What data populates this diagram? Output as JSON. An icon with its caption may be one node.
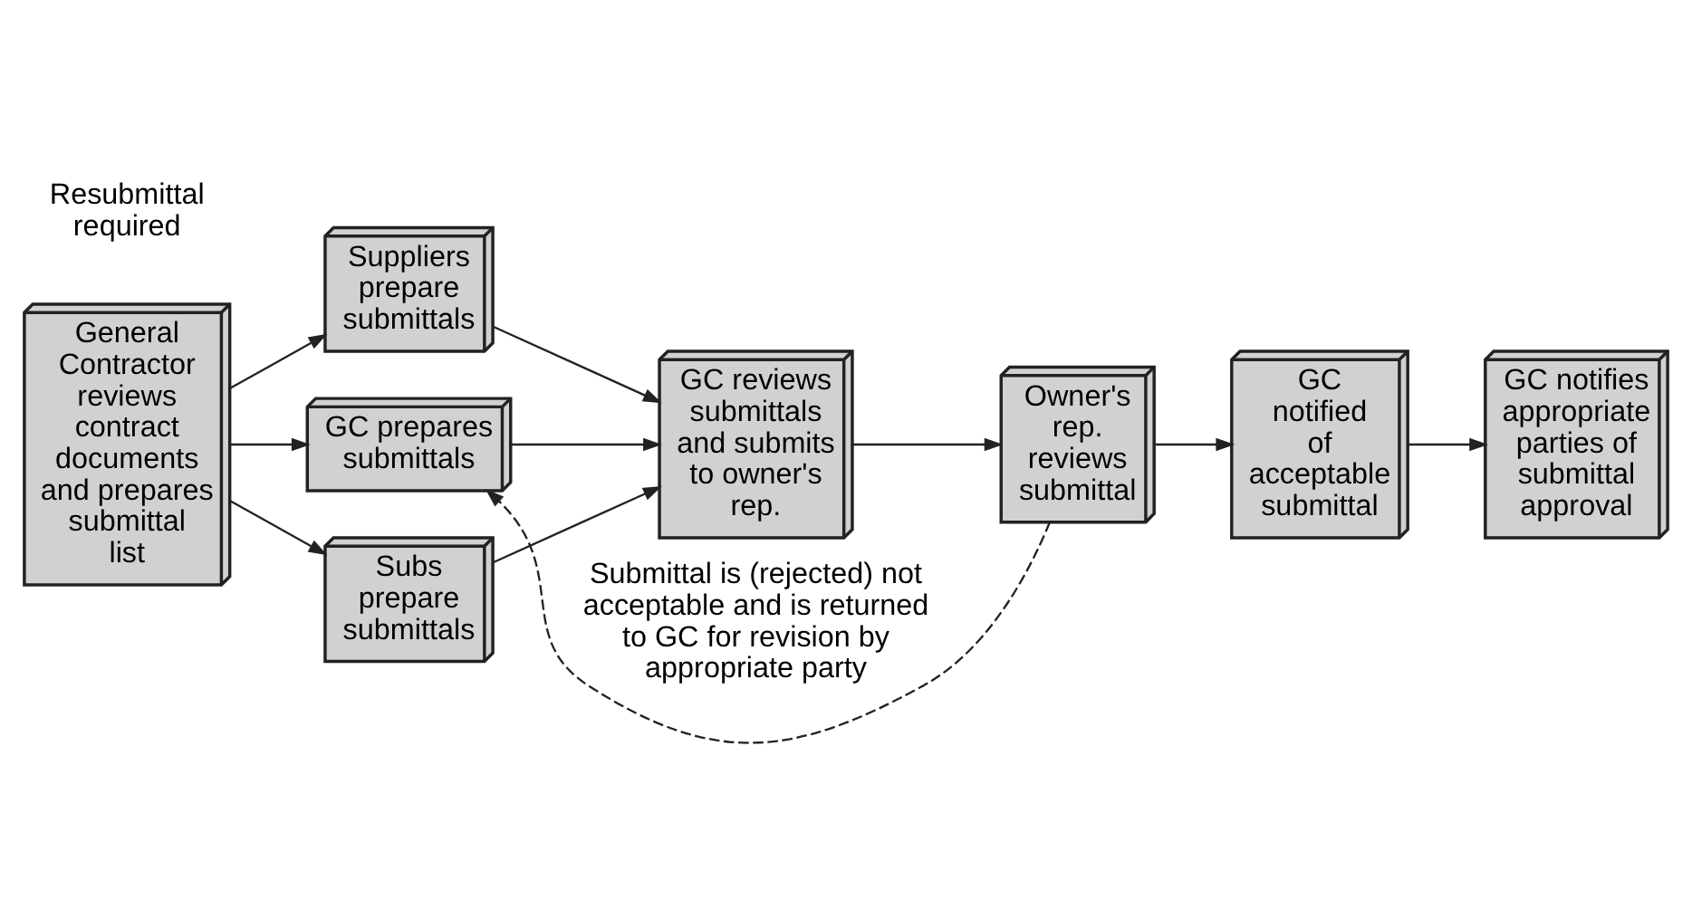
{
  "diagram": {
    "nodes": [
      {
        "text": [
          "General Contractor reviews contract documents and prepares submittal list"
        ]
      },
      {
        "text": [
          "Suppliers prepare submittals"
        ]
      },
      {
        "text": [
          "GC prepares submittals"
        ]
      },
      {
        "text": [
          "Subs prepare submittals"
        ]
      },
      {
        "text": [
          "GC reviews submittals and submits to owner's rep."
        ]
      },
      {
        "text": [
          "Owner's rep. reviews submittal"
        ]
      },
      {
        "text": [
          "GC notified of acceptable submittal"
        ]
      },
      {
        "text": [
          "GC notifies appropriate parties of submittal approval"
        ]
      }
    ],
    "edges": [
      {
        "from": 0,
        "to": 1,
        "arrow": "to"
      },
      {
        "from": 0,
        "to": 2,
        "arrow": "to"
      },
      {
        "from": 0,
        "to": 3,
        "arrow": "to"
      },
      {
        "from": 1,
        "to": 4,
        "arrow": "to"
      },
      {
        "from": 2,
        "to": 4,
        "arrow": "to"
      },
      {
        "from": 3,
        "to": 4,
        "arrow": "to"
      },
      {
        "from": 4,
        "to": 5,
        "arrow": "to"
      },
      {
        "from": 5,
        "to": 6,
        "arrow": "to"
      },
      {
        "from": 6,
        "to": 7,
        "arrow": "to"
      },
      {
        "from": 5,
        "to": 2,
        "arrow": "to",
        "style": "dashed",
        "label": "Submittal is (rejected) not acceptable and is returned to GC for revision by appropriate party"
      }
    ],
    "labels": [
      "Resubmittal required"
    ]
  }
}
